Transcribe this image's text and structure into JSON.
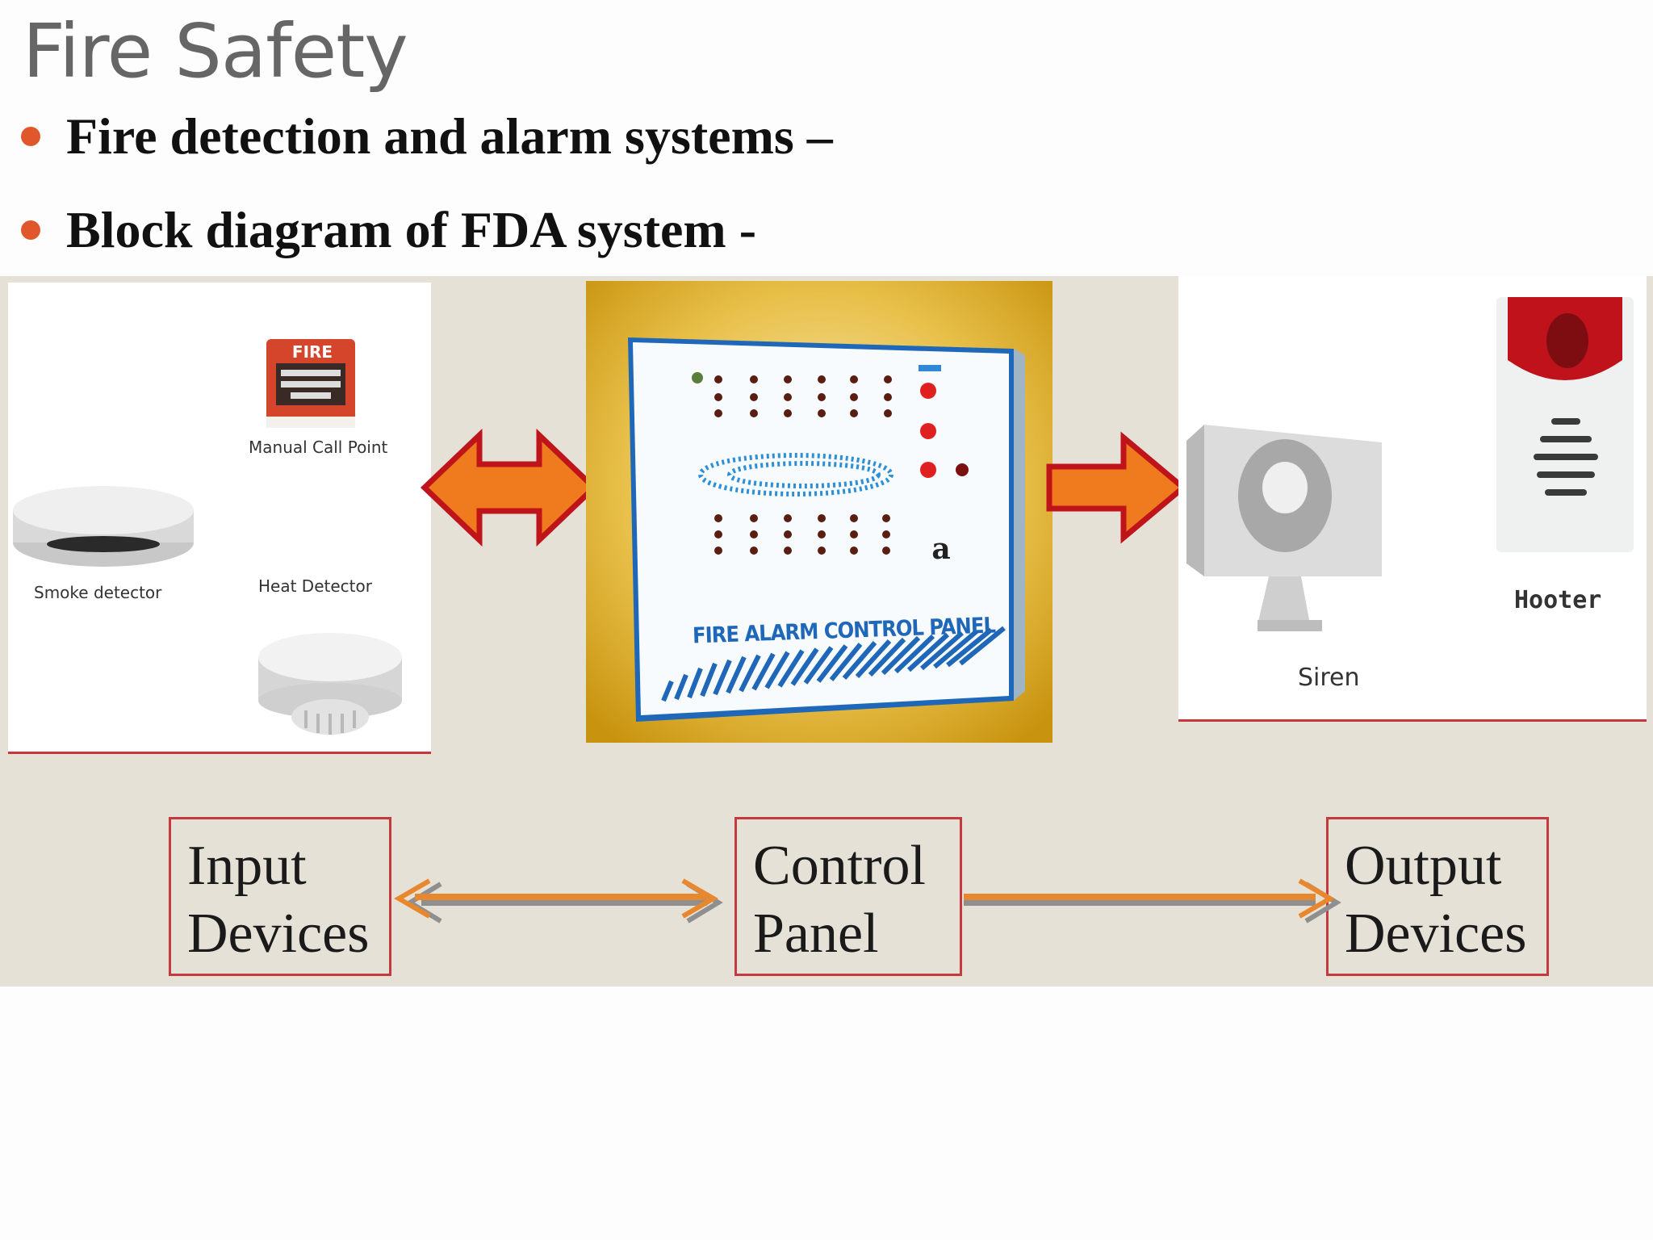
{
  "slide": {
    "title": "Fire Safety",
    "bullets": [
      "Fire detection and alarm systems –",
      "Block diagram of FDA system -"
    ]
  },
  "input_panel": {
    "manual_call_point_label": "Manual Call Point",
    "manual_call_point_sign": "FIRE",
    "smoke_detector_label": "Smoke detector",
    "heat_detector_label": "Heat Detector"
  },
  "control_panel_image": {
    "panel_text": "FIRE ALARM CONTROL PANEL"
  },
  "output_panel": {
    "siren_label": "Siren",
    "hooter_label": "Hooter"
  },
  "blocks": {
    "input": [
      "Input",
      "Devices"
    ],
    "control": [
      "Control",
      "Panel"
    ],
    "output": [
      "Output",
      "Devices"
    ]
  },
  "colors": {
    "bullet": "#e0572c",
    "band": "#e6e1d7",
    "box_border": "#c43a3e",
    "arrow_fill": "#f07a1e",
    "arrow_stroke": "#c0141b",
    "connector": "#e8882e"
  }
}
